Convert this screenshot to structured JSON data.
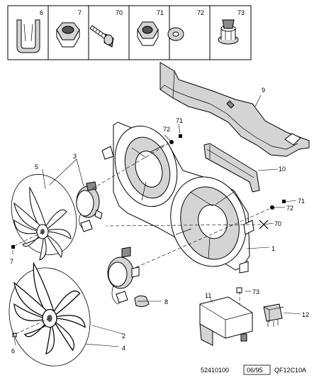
{
  "callouts": {
    "c1": "1",
    "c2": "2",
    "c3": "3",
    "c4": "4",
    "c5": "5",
    "c6": "6",
    "c7": "7",
    "c8": "8",
    "c9": "9",
    "c10": "10",
    "c11": "11",
    "c12": "12",
    "c70": "70",
    "c71": "71",
    "c72": "72",
    "c73": "73"
  },
  "legend": {
    "cells": [
      "6",
      "7",
      "70",
      "71",
      "72",
      "73"
    ]
  },
  "footer": {
    "doc_number": "52410100",
    "date_box": "06/95",
    "plate_code": "QF12C10A"
  }
}
